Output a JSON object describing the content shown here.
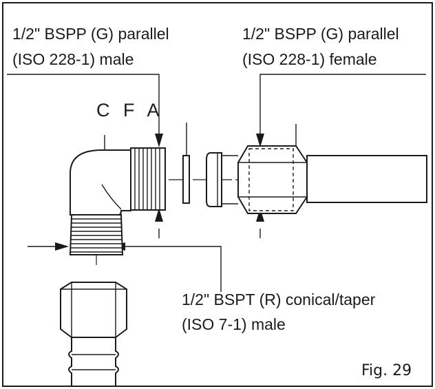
{
  "labels": {
    "top_left_line1": "1/2\" BSPP (G) parallel",
    "top_left_line2": "(ISO 228-1) male",
    "top_right_line1": "1/2\" BSPP (G) parallel",
    "top_right_line2": "(ISO 228-1) female",
    "cfa": "C F A",
    "bottom_line1": "1/2\" BSPT (R) conical/taper",
    "bottom_line2": "(ISO 7-1) male",
    "figure_number": "Fig. 29"
  }
}
